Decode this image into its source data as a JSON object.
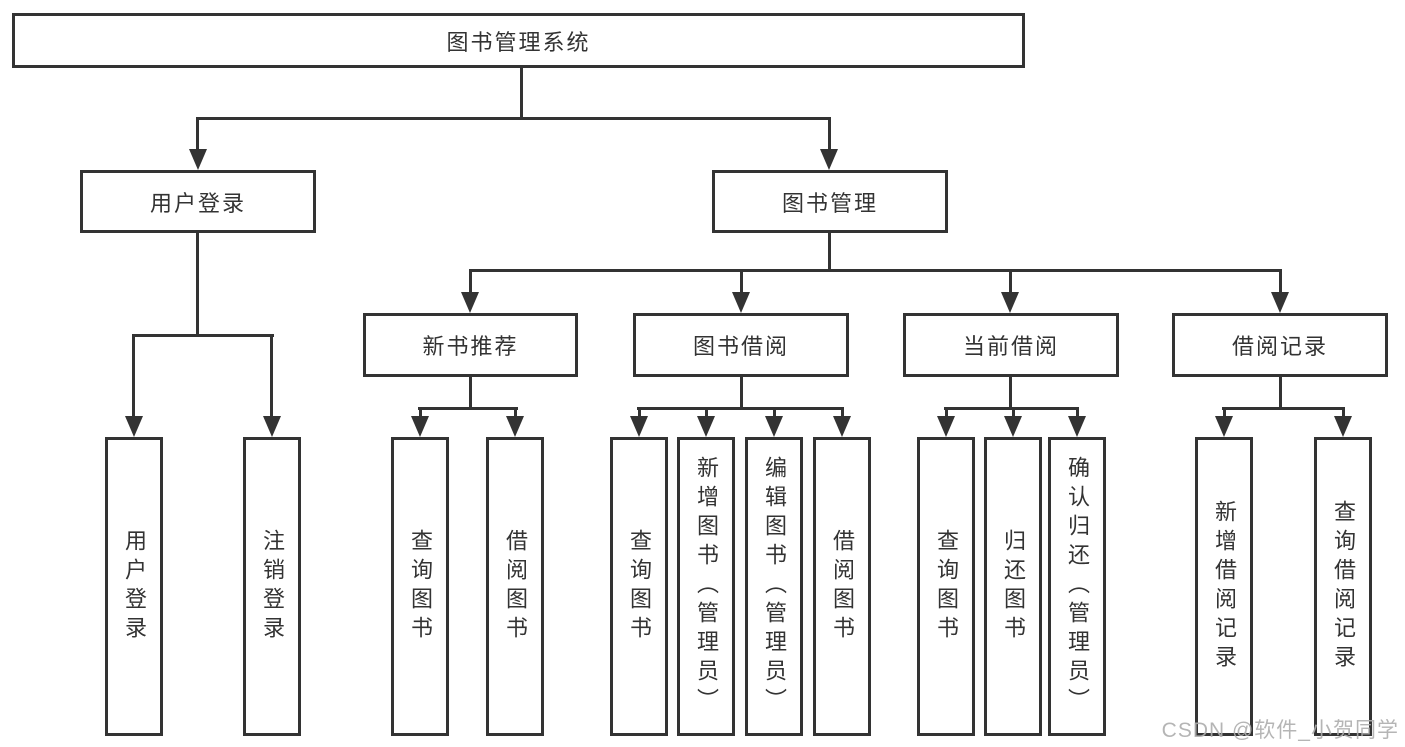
{
  "diagram": {
    "root": {
      "label": "图书管理系统"
    },
    "user_login": {
      "label": "用户登录",
      "children": [
        {
          "label": "用户登录"
        },
        {
          "label": "注销登录"
        }
      ]
    },
    "book_management": {
      "label": "图书管理",
      "children": [
        {
          "label": "新书推荐",
          "children": [
            {
              "label": "查询图书"
            },
            {
              "label": "借阅图书"
            }
          ]
        },
        {
          "label": "图书借阅",
          "children": [
            {
              "label": "查询图书"
            },
            {
              "label": "新增图书（管理员）"
            },
            {
              "label": "编辑图书（管理员）"
            },
            {
              "label": "借阅图书"
            }
          ]
        },
        {
          "label": "当前借阅",
          "children": [
            {
              "label": "查询图书"
            },
            {
              "label": "归还图书"
            },
            {
              "label": "确认归还（管理员）"
            }
          ]
        },
        {
          "label": "借阅记录",
          "children": [
            {
              "label": "新增借阅记录"
            },
            {
              "label": "查询借阅记录"
            }
          ]
        }
      ]
    }
  },
  "watermark": {
    "text": "CSDN @软件_小贺同学"
  },
  "colors": {
    "line": "#333333",
    "text": "#333333",
    "watermark": "#aeaeae",
    "background": "#ffffff"
  }
}
